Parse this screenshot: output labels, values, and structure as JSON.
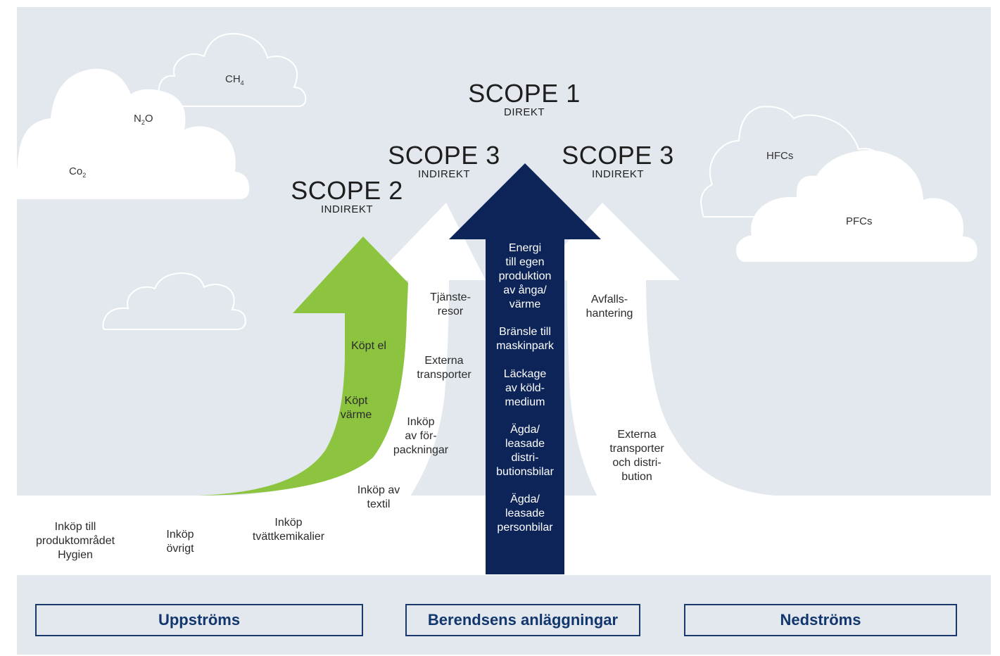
{
  "gases": {
    "co2": {
      "base": "Co",
      "sub": "2"
    },
    "n2o": {
      "base": "N",
      "sub": "2",
      "tail": "O"
    },
    "ch4": {
      "base": "CH",
      "sub": "4"
    },
    "hfcs": "HFCs",
    "pfcs": "PFCs"
  },
  "scopes": {
    "scope1": {
      "title": "SCOPE 1",
      "subtitle": "DIREKT"
    },
    "scope2": {
      "title": "SCOPE 2",
      "subtitle": "INDIREKT"
    },
    "scope3_left": {
      "title": "SCOPE 3",
      "subtitle": "INDIREKT"
    },
    "scope3_right": {
      "title": "SCOPE 3",
      "subtitle": "INDIREKT"
    }
  },
  "scope1_items": [
    "Energi\ntill egen\nproduktion\nav ånga/\nvärme",
    "Bränsle till\nmaskinpark",
    "Läckage\nav köld-\nmedium",
    "Ägda/\nleasade\ndistri-\nbutionsbilar",
    "Ägda/\nleasade\npersonbilar"
  ],
  "scope2_items": [
    "Köpt el",
    "Köpt\nvärme"
  ],
  "upstream_items": [
    "Tjänste-\nresor",
    "Externa\ntransporter",
    "Inköp\nav för-\npackningar",
    "Inköp av\ntextil",
    "Inköp\ntvättkemikalier",
    "Inköp\növrigt",
    "Inköp till\nproduktområdet\nHygien"
  ],
  "downstream_items": [
    "Avfalls-\nhantering",
    "Externa\ntransporter\noch distri-\nbution"
  ],
  "sections": {
    "upstream": "Uppströms",
    "facilities": "Berendsens anläggningar",
    "downstream": "Nedströms"
  },
  "colors": {
    "background": "#e3e8ee",
    "navy": "#0d2458",
    "green": "#8cc43f",
    "white": "#ffffff",
    "box_border": "#1a3a6e"
  }
}
